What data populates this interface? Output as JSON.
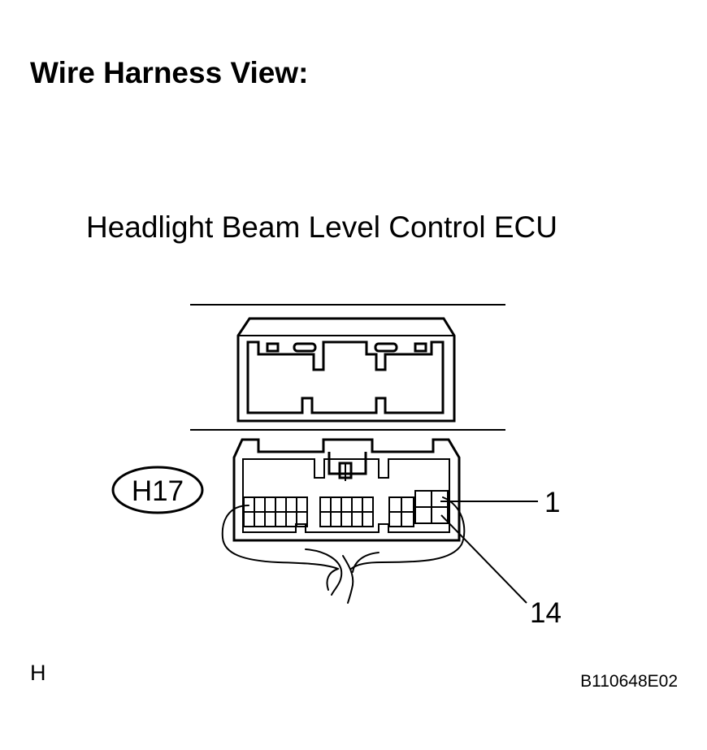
{
  "header": {
    "title": "Wire Harness View:"
  },
  "component": {
    "name": "Headlight Beam Level Control ECU",
    "connector_code": "H17"
  },
  "pins": {
    "first": "1",
    "last": "14"
  },
  "footer": {
    "corner_mark": "H",
    "figure_code": "B110648E02"
  }
}
